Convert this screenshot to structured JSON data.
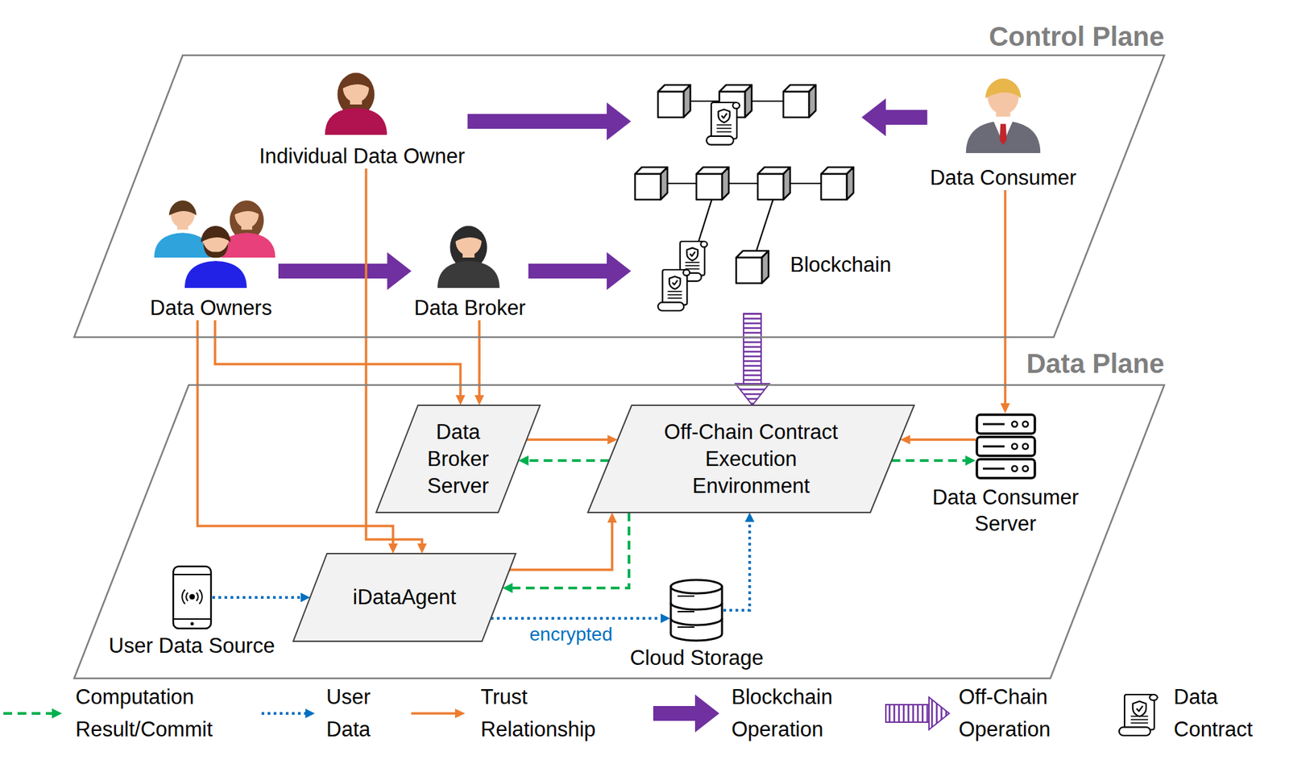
{
  "diagram": {
    "nodes": [
      {
        "text": [
          "Control Plane"
        ]
      },
      {
        "text": [
          "Individual Data Owner"
        ],
        "in": 0
      },
      {
        "text": [
          "Blockchain"
        ],
        "in": 0
      },
      {
        "text": [
          "Data Consumer"
        ],
        "in": 0
      },
      {
        "text": [
          "Data Owners"
        ],
        "in": 0
      },
      {
        "text": [
          "Data Broker"
        ],
        "in": 0
      },
      {
        "text": [
          "Data Plane"
        ]
      },
      {
        "text": [
          "Data Broker Server"
        ],
        "in": 6
      },
      {
        "text": [
          "Off-Chain Contract Execution Environment"
        ],
        "in": 6
      },
      {
        "text": [
          "Data Consumer Server"
        ],
        "in": 6
      },
      {
        "text": [
          "User Data Source"
        ],
        "in": 6
      },
      {
        "text": [
          "iDataAgent"
        ],
        "in": 6
      },
      {
        "text": [
          "Cloud Storage"
        ],
        "in": 6
      }
    ],
    "edges": [
      {
        "from": 1,
        "to": 2,
        "arrow": "to"
      },
      {
        "from": 3,
        "to": 2,
        "arrow": "to"
      },
      {
        "from": 4,
        "to": 5,
        "arrow": "to"
      },
      {
        "from": 5,
        "to": 2,
        "arrow": "to"
      },
      {
        "from": 2,
        "to": 8,
        "arrow": "to"
      },
      {
        "from": 1,
        "to": 11,
        "arrow": "to"
      },
      {
        "from": 4,
        "to": 11,
        "arrow": "to"
      },
      {
        "from": 4,
        "to": 7,
        "arrow": "to"
      },
      {
        "from": 5,
        "to": 7,
        "arrow": "to"
      },
      {
        "from": 3,
        "to": 9,
        "arrow": "to"
      },
      {
        "from": 7,
        "to": 8,
        "arrow": "to"
      },
      {
        "from": 9,
        "to": 8,
        "arrow": "to"
      },
      {
        "from": 11,
        "to": 8,
        "arrow": "to"
      },
      {
        "from": 8,
        "to": 7,
        "arrow": "to"
      },
      {
        "from": 8,
        "to": 9,
        "arrow": "to"
      },
      {
        "from": 8,
        "to": 11,
        "arrow": "to"
      },
      {
        "from": 10,
        "to": 11,
        "arrow": "to"
      },
      {
        "from": 11,
        "to": 12,
        "label": "encrypted",
        "arrow": "to"
      },
      {
        "from": 12,
        "to": 8,
        "arrow": "to"
      }
    ],
    "legend": [
      {
        "text": "Computation Result/Commit"
      },
      {
        "text": "User Data"
      },
      {
        "text": "Trust Relationship"
      },
      {
        "text": "Blockchain Operation"
      },
      {
        "text": "Off-Chain Operation"
      },
      {
        "text": "Data Contract"
      }
    ]
  }
}
